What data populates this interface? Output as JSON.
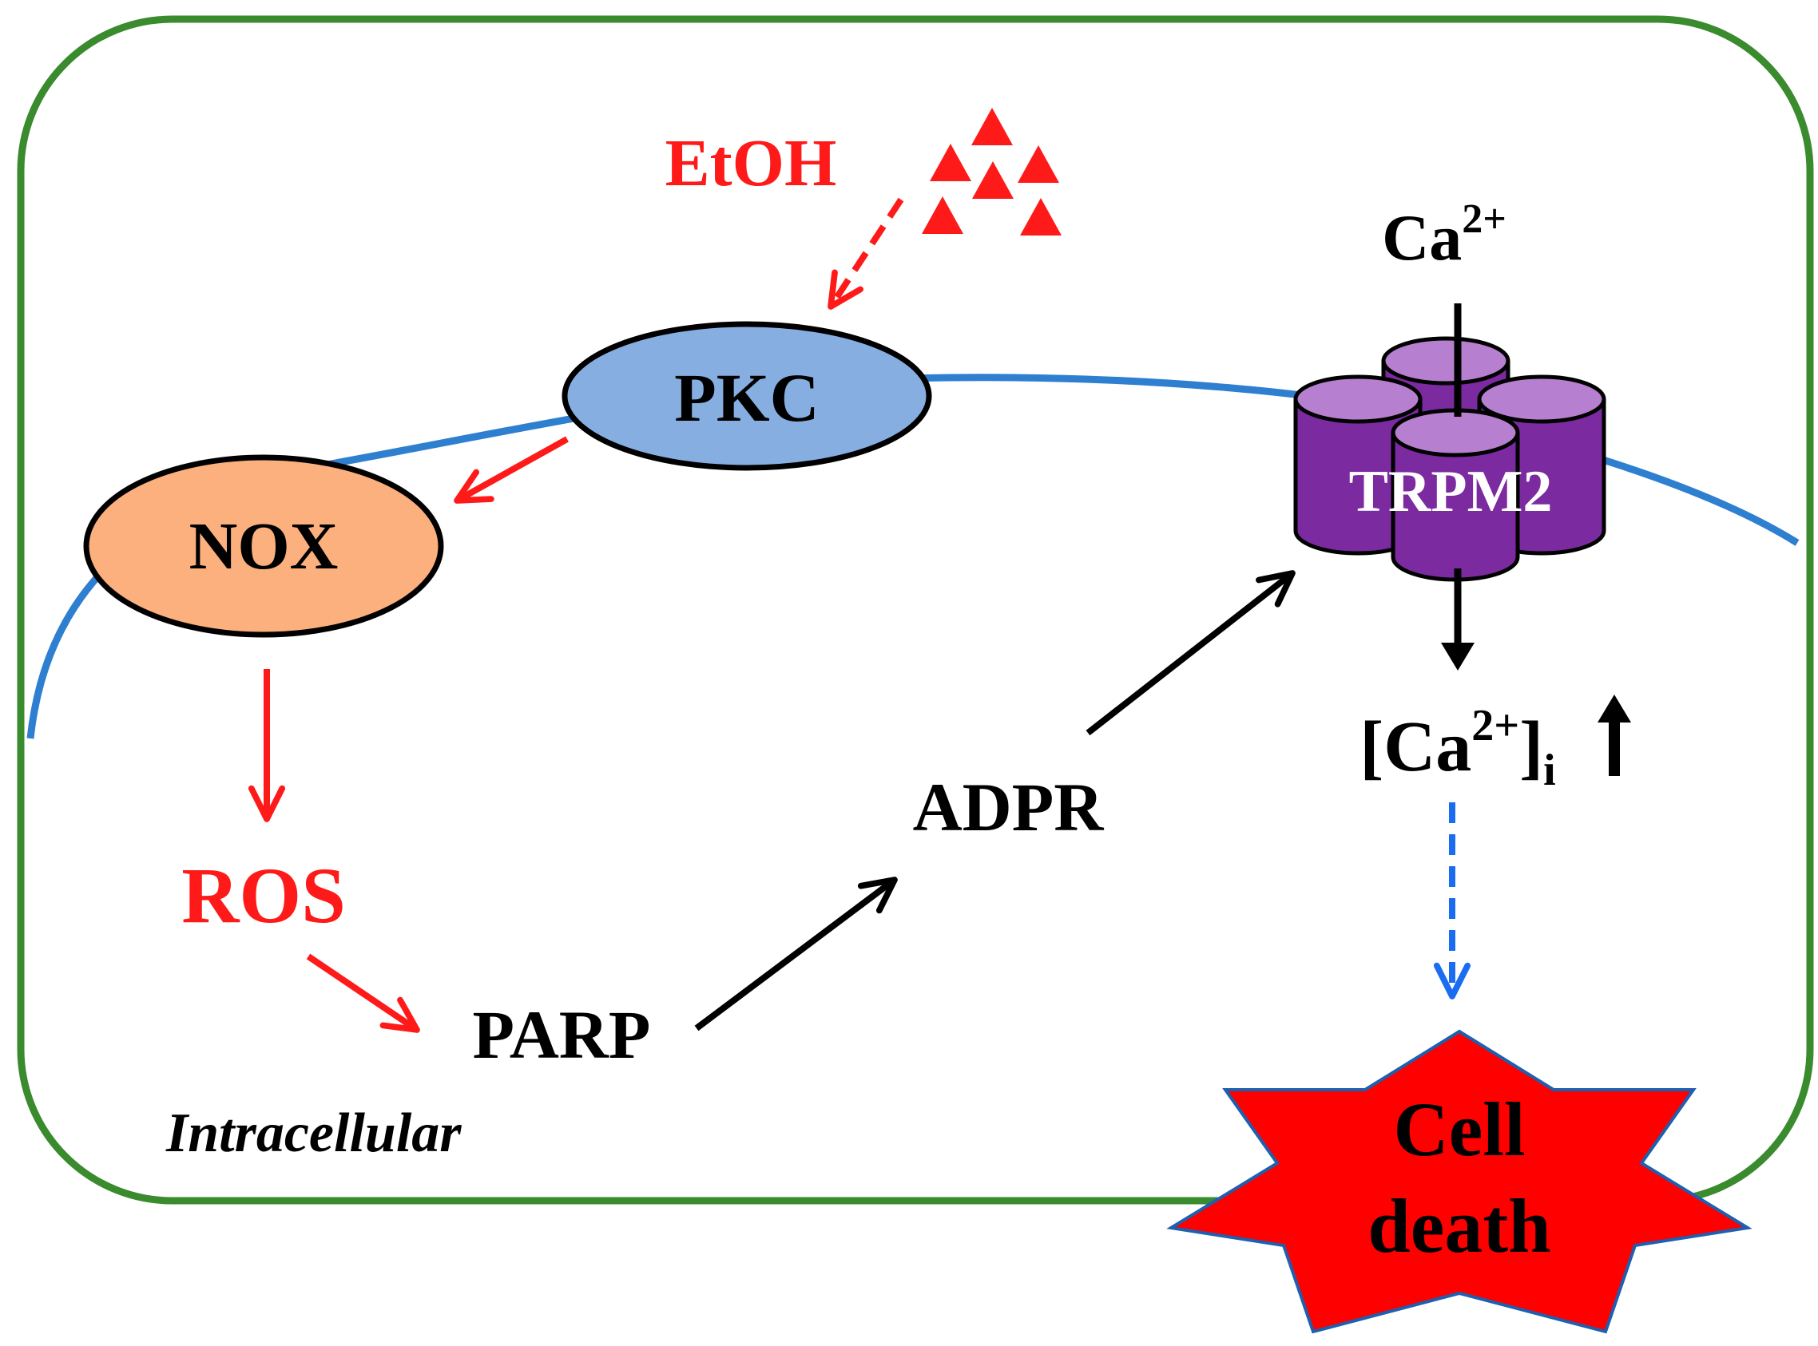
{
  "labels": {
    "etoh": "EtOH",
    "pkc": "PKC",
    "nox": "NOX",
    "ros": "ROS",
    "parp": "PARP",
    "adpr": "ADPR",
    "trpm2": "TRPM2",
    "ca_base": "Ca",
    "ca_sup": "2+",
    "cai_open": "[Ca",
    "cai_sup": "2+",
    "cai_close": "]",
    "cai_sub": "i",
    "intracellular": "Intracellular",
    "cell_death_line1": "Cell",
    "cell_death_line2": "death"
  },
  "colors": {
    "cell_border": "#3a8a2e",
    "membrane": "#2f7fd0",
    "pkc_fill": "#86aee0",
    "nox_fill": "#fbb07e",
    "red": "#ff1a1a",
    "black": "#000000",
    "trpm2_side": "#7b2aa0",
    "trpm2_top": "#b77fd0",
    "trpm2_text": "#ffffff",
    "blue_dashed": "#1a6cf0",
    "cell_death_fill": "#ff0000"
  }
}
